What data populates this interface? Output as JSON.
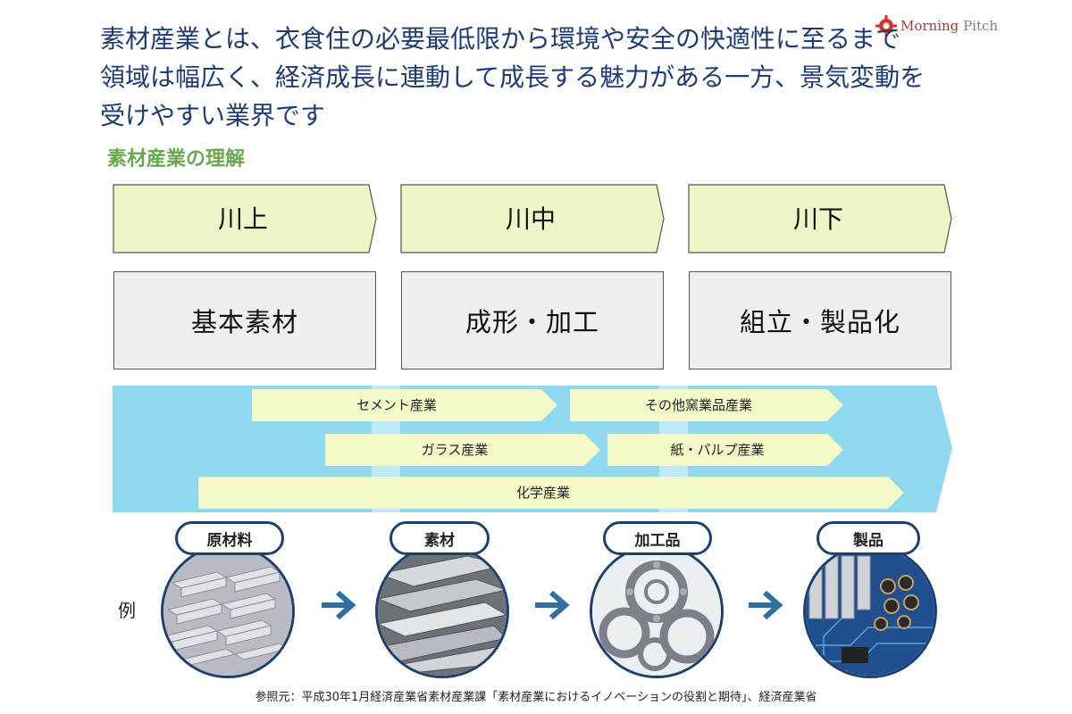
{
  "logo": {
    "text_a": "Morning",
    "text_b": "Pitch"
  },
  "headline": {
    "line1": "素材産業とは、衣食住の必要最低限から環境や安全の快適性に至るまで",
    "line2": "領域は幅広く、経済成長に連動して成長する魅力がある一方、景気変動を",
    "line3": "受けやすい業界です"
  },
  "section_title": "素材産業の理解",
  "stages": [
    {
      "label": "川上",
      "category": "基本素材"
    },
    {
      "label": "川中",
      "category": "成形・加工"
    },
    {
      "label": "川下",
      "category": "組立・製品化"
    }
  ],
  "industries": {
    "cement": "セメント産業",
    "other_ceramics": "その他窯業品産業",
    "glass": "ガラス産業",
    "paper_pulp": "紙・パルプ産業",
    "chemical": "化学産業"
  },
  "examples_label": "例",
  "examples": [
    {
      "label": "原材料",
      "image": "aluminum-ingots"
    },
    {
      "label": "素材",
      "image": "metal-sheets"
    },
    {
      "label": "加工品",
      "image": "bearings"
    },
    {
      "label": "製品",
      "image": "circuit-board"
    }
  ],
  "source": "参照元：平成30年1月経済産業省素材産業課「素材産業におけるイノベーションの役割と期待」、経済産業省",
  "colors": {
    "headline": "#1d3b78",
    "section_title": "#6aa84f",
    "stage_fill": "#ebf7c6",
    "band_fill": "#8fd8ef",
    "industry_fill": "#f4f9c8",
    "ring": "#1e4070",
    "arrow": "#2f6fa2"
  }
}
